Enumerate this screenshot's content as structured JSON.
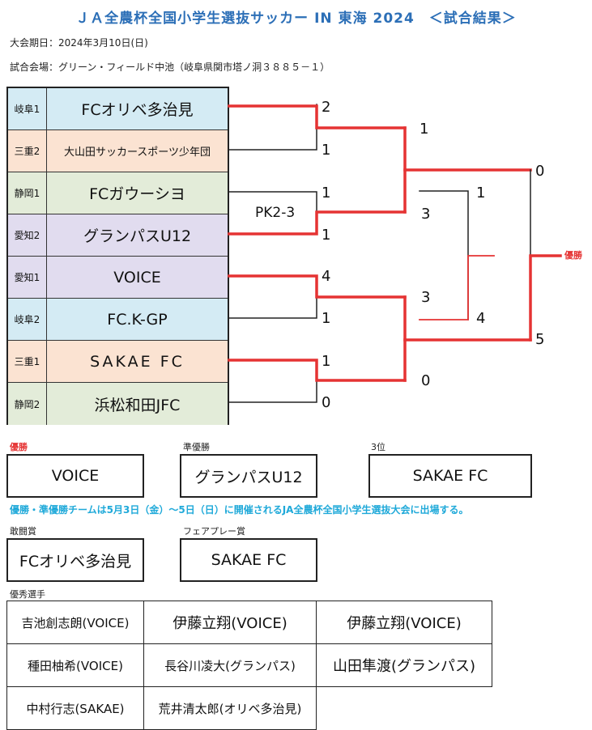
{
  "title": "ＪＡ全農杯全国小学生選抜サッカー IN 東海 2024　＜試合結果＞",
  "date_line": "大会期日：2024年3月10日(日)",
  "venue_line": "試合会場：グリーン・フィールド中池（岐阜県関市塔ノ洞３８８５－１）",
  "teams": [
    {
      "pref": "岐阜1",
      "name": "FCオリベ多治見"
    },
    {
      "pref": "三重2",
      "name": "大山田サッカースポーツ少年団"
    },
    {
      "pref": "静岡1",
      "name": "FCガウーシヨ"
    },
    {
      "pref": "愛知2",
      "name": "グランパスU12"
    },
    {
      "pref": "愛知1",
      "name": "VOICE"
    },
    {
      "pref": "岐阜2",
      "name": "FC.K-GP"
    },
    {
      "pref": "三重1",
      "name": "SAKAE FC"
    },
    {
      "pref": "静岡2",
      "name": "浜松和田JFC"
    }
  ],
  "scores": {
    "r1_m1_top": "2",
    "r1_m1_bottom": "1",
    "r1_m2_top": "1",
    "r1_m2_bottom": "1",
    "r1_m2_pk": "PK2-3",
    "r1_m3_top": "4",
    "r1_m3_bottom": "1",
    "r1_m4_top": "1",
    "r1_m4_bottom": "0",
    "sf1_top": "1",
    "sf1_bottom": "3",
    "sf2_top": "3",
    "sf2_bottom": "0",
    "third_top": "1",
    "third_bottom": "4",
    "final_top": "0",
    "final_bottom": "5"
  },
  "champion_mark": "優勝",
  "awards": {
    "champion_label": "優勝",
    "champion": "VOICE",
    "runner_label": "準優勝",
    "runner": "グランパスU12",
    "third_label": "3位",
    "third": "SAKAE FC",
    "notice": "優勝・準優勝チームは5月3日（金）～5日（日）に開催されるJA全農杯全国小学生選抜大会に出場する。",
    "fighting_label": "敢闘賞",
    "fighting": "FCオリベ多治見",
    "fairplay_label": "フェアプレー賞",
    "fairplay": "SAKAE FC",
    "players_label": "優秀選手"
  },
  "players": [
    [
      "吉池創志朗(VOICE)",
      "伊藤立翔(VOICE)",
      "伊藤立翔(VOICE)"
    ],
    [
      "種田柚希(VOICE)",
      "長谷川凌大(グランパス)",
      "山田隼渡(グランパス)"
    ],
    [
      "中村行志(SAKAE)",
      "荒井清太郎(オリベ多治見)"
    ]
  ],
  "colors": {
    "title": "#2c6fb7",
    "win_line": "#e53333",
    "notice": "#1fa9d9"
  }
}
